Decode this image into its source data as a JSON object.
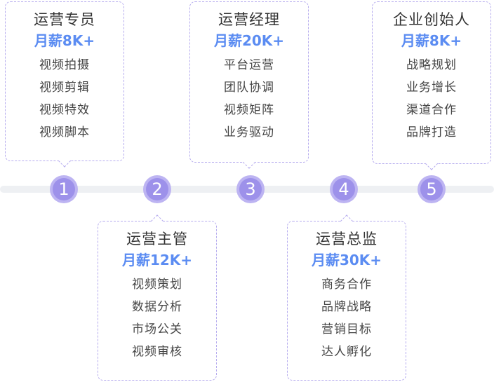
{
  "stages": [
    {
      "step": "1",
      "title": "运营专员",
      "salary": "月薪8K+",
      "duties": [
        "视频拍摄",
        "视频剪辑",
        "视频特效",
        "视频脚本"
      ]
    },
    {
      "step": "2",
      "title": "运营主管",
      "salary": "月薪12K+",
      "duties": [
        "视频策划",
        "数据分析",
        "市场公关",
        "视频审核"
      ]
    },
    {
      "step": "3",
      "title": "运营经理",
      "salary": "月薪20K+",
      "duties": [
        "平台运营",
        "团队协调",
        "视频矩阵",
        "业务驱动"
      ]
    },
    {
      "step": "4",
      "title": "运营总监",
      "salary": "月薪30K+",
      "duties": [
        "商务合作",
        "品牌战略",
        "营销目标",
        "达人孵化"
      ]
    },
    {
      "step": "5",
      "title": "企业创始人",
      "salary": "月薪8K+",
      "duties": [
        "战略规划",
        "业务增长",
        "渠道合作",
        "品牌打造"
      ]
    }
  ],
  "colors": {
    "accent_salary": "#5b8cf2",
    "dot_fill": "#9d91ea",
    "dot_ring": "#bdb4f2",
    "card_border": "#b5abee",
    "track": "#eef0f3"
  }
}
